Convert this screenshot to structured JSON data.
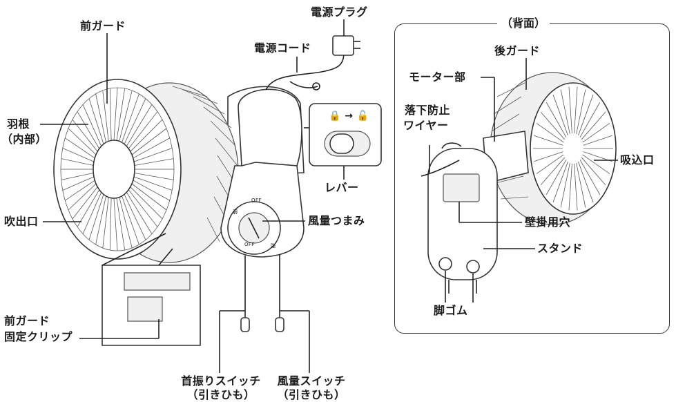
{
  "labels": {
    "front_guard": "前ガード",
    "blades": "羽根",
    "blades_sub": "（内部）",
    "outlet": "吹出口",
    "front_guard_clip_1": "前ガード",
    "front_guard_clip_2": "固定クリップ",
    "power_plug": "電源プラグ",
    "power_cord": "電源コード",
    "lever": "レバー",
    "airflow_knob": "風量つまみ",
    "swing_switch_1": "首振りスイッチ",
    "swing_switch_2": "（引きひも）",
    "airflow_switch_1": "風量スイッチ",
    "airflow_switch_2": "（引きひも）",
    "back_title": "（背面）",
    "rear_guard": "後ガード",
    "motor_unit": "モーター部",
    "fall_wire_1": "落下防止",
    "fall_wire_2": "ワイヤー",
    "intake": "吸込口",
    "wall_hole": "壁掛用穴",
    "stand": "スタンド",
    "rubber_feet": "脚ゴム"
  },
  "lever_inset": {
    "lock_symbol": "🔒 → 🔓"
  },
  "knob_marks": {
    "off": "OFF",
    "off2": "OFF",
    "weak": "弱",
    "strong": "強"
  }
}
